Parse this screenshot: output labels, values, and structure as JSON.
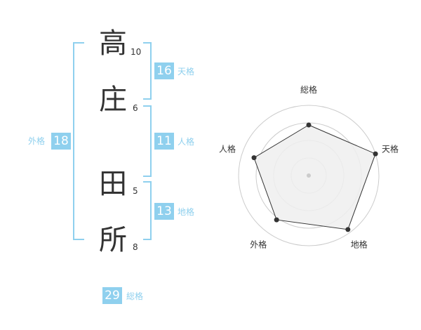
{
  "name": {
    "chars": [
      {
        "char": "高",
        "strokes": "10"
      },
      {
        "char": "庄",
        "strokes": "6"
      },
      {
        "char": "田",
        "strokes": "5"
      },
      {
        "char": "所",
        "strokes": "8"
      }
    ]
  },
  "fortunes": {
    "tenkaku": {
      "value": "16",
      "label": "天格"
    },
    "jinkaku": {
      "value": "11",
      "label": "人格"
    },
    "chikaku": {
      "value": "13",
      "label": "地格"
    },
    "gaikaku": {
      "value": "18",
      "label": "外格"
    },
    "soukaku": {
      "value": "29",
      "label": "総格"
    }
  },
  "chart_data": {
    "type": "radar",
    "axes": [
      "総格",
      "天格",
      "地格",
      "外格",
      "人格"
    ],
    "values": [
      0.72,
      1.0,
      0.95,
      0.78,
      0.82
    ],
    "rings": 4,
    "colors": {
      "fill": "#efefef",
      "line": "#333333",
      "point": "#333333",
      "grid": "#cccccc"
    }
  }
}
